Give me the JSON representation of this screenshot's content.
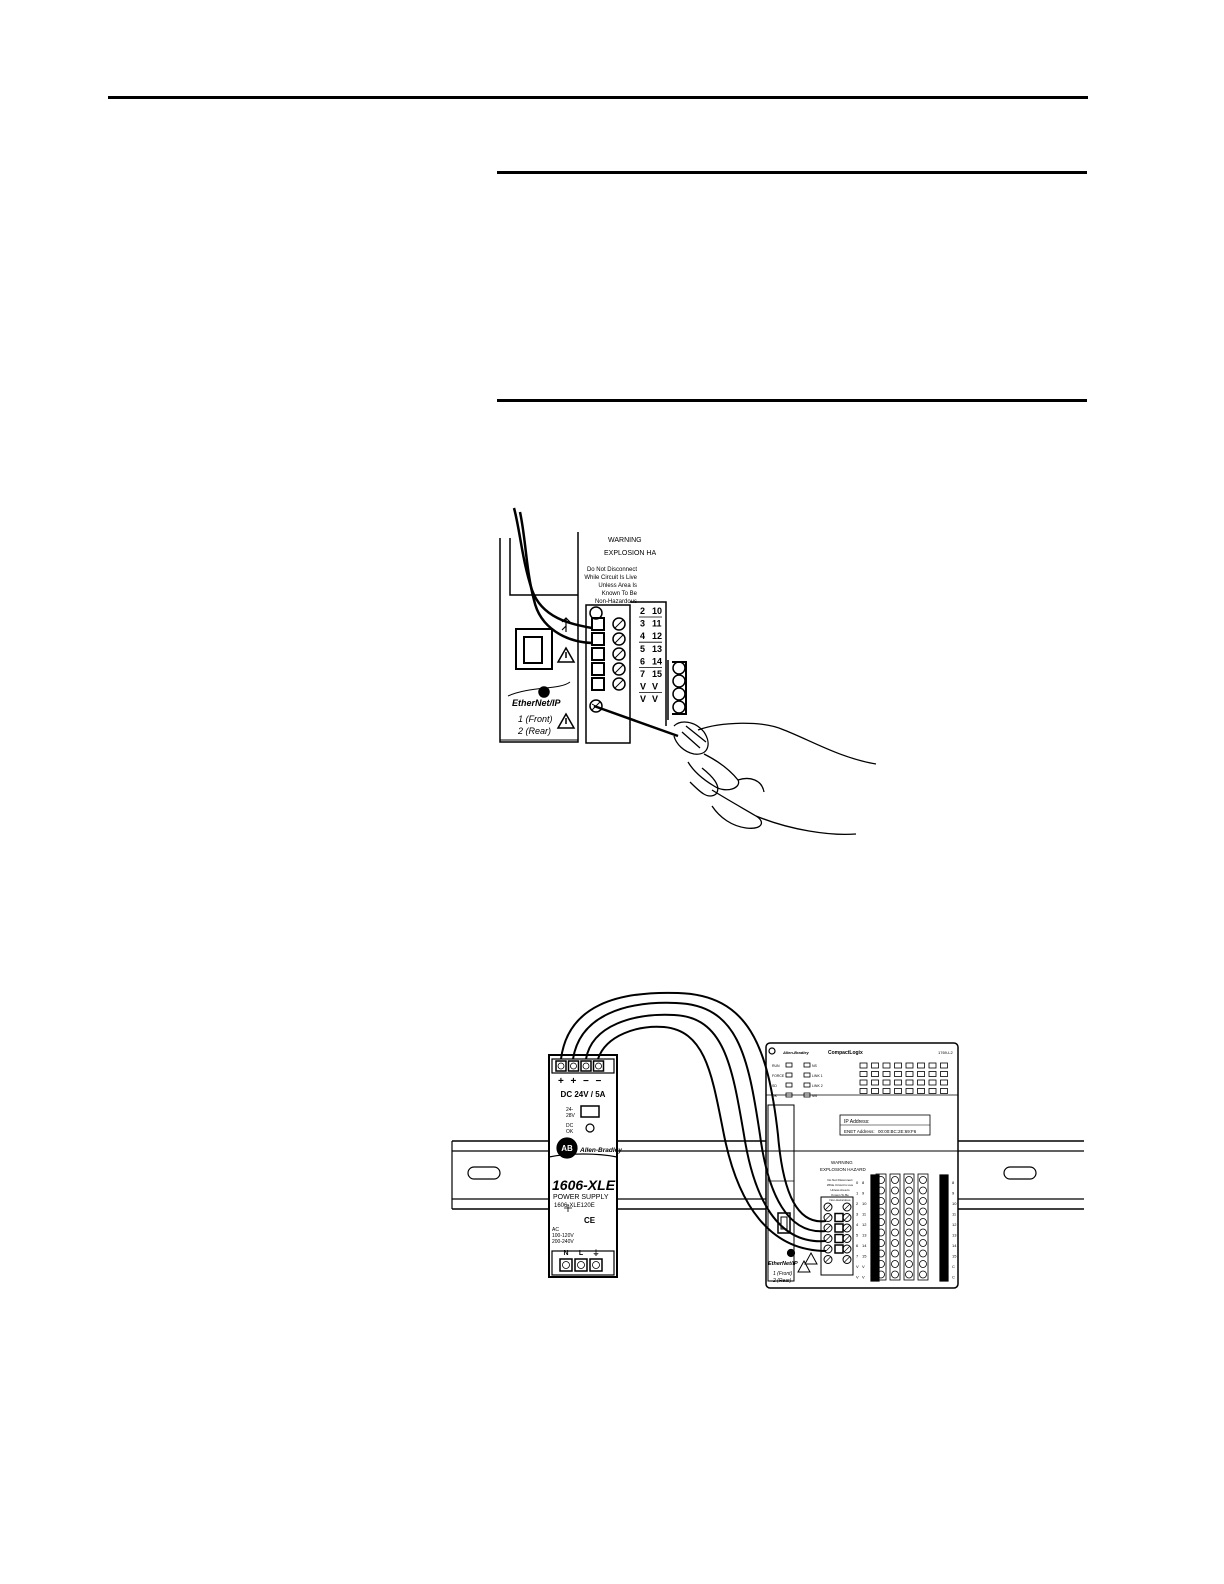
{
  "figure1": {
    "warning_title": "WARNING",
    "warning_sub": "EXPLOSION HA",
    "warning_lines": [
      "Do Not Disconnect",
      "While Circuit Is Live",
      "Unless Area Is",
      "Known To Be",
      "Non-Hazardous"
    ],
    "terminal_rows": [
      [
        "2",
        "10"
      ],
      [
        "3",
        "11"
      ],
      [
        "4",
        "12"
      ],
      [
        "5",
        "13"
      ],
      [
        "6",
        "14"
      ],
      [
        "7",
        "15"
      ],
      [
        "V",
        "V"
      ],
      [
        "V",
        "V"
      ]
    ],
    "brand": "EtherNet/IP",
    "port_front": "1 (Front)",
    "port_rear": "2 (Rear)"
  },
  "figure2": {
    "psu": {
      "polarity": [
        "+",
        "+",
        "−",
        "−"
      ],
      "rating": "DC 24V / 5A",
      "adj": [
        "24-",
        "28V"
      ],
      "dc_ok": [
        "DC",
        "OK"
      ],
      "logo": "AB",
      "brand": "Allen-Bradley",
      "model": "1606-XLE",
      "type": "POWER SUPPLY",
      "catalog": "1606-XLE120E",
      "ce": "CE",
      "ac": [
        "AC",
        "100-120V",
        "200-240V"
      ],
      "terminals": [
        "N",
        "L",
        "⏚"
      ]
    },
    "controller": {
      "brand": "Allen-Bradley",
      "product": "CompactLogix",
      "catalog": "1769-L2",
      "status_left": [
        "RUN",
        "FORCE",
        "SD",
        "OK"
      ],
      "status_mid": [
        "NS",
        "LINK 1",
        "LINK 2",
        "MS"
      ],
      "ip_label": "IP Address:",
      "enet_label": "ENET Address:",
      "enet_value": "00:00:BC:2E:69:F6",
      "warning_title": "WARNING",
      "warning_sub": "EXPLOSION HAZARD",
      "warning_lines": [
        "Do Not Disconnect",
        "While Circuit Is Live",
        "Unless Area Is",
        "Known To Be",
        "Non-Hazardous"
      ],
      "terminal_rows": [
        [
          "0",
          "8"
        ],
        [
          "1",
          "9"
        ],
        [
          "2",
          "10"
        ],
        [
          "3",
          "11"
        ],
        [
          "4",
          "12"
        ],
        [
          "5",
          "13"
        ],
        [
          "6",
          "14"
        ],
        [
          "7",
          "15"
        ],
        [
          "V",
          "V"
        ],
        [
          "V",
          "V"
        ]
      ],
      "right_rows": [
        [
          "0",
          "8"
        ],
        [
          "1",
          "9"
        ],
        [
          "2",
          "10"
        ],
        [
          "3",
          "11"
        ],
        [
          "4",
          "12"
        ],
        [
          "5",
          "13"
        ],
        [
          "6",
          "14"
        ],
        [
          "7",
          "15"
        ],
        [
          "C",
          "C"
        ],
        [
          "C",
          "C"
        ]
      ],
      "enet_brand": "EtherNet/IP",
      "port_front": "1 (Front)",
      "port_rear": "2 (Rear)"
    }
  }
}
